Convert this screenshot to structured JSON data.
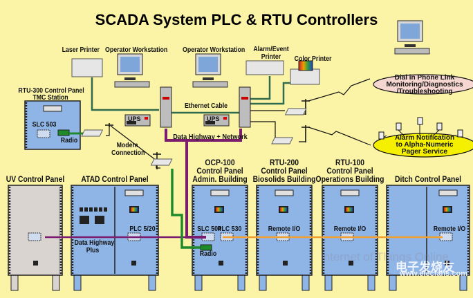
{
  "title": "SCADA System PLC & RTU Controllers",
  "colors": {
    "background": "#fbf3a6",
    "panel_blue": "#8fb4e6",
    "panel_gray": "#d9d4cf",
    "ethernet_line": "#2f6b4f",
    "data_highway": "#7a1d6e",
    "remote_io_line": "#f0a030",
    "radio_line": "#1f8a2a",
    "alarm_ellipse": "#f4f000",
    "dialin_ellipse": "#f6d6d0"
  },
  "devices": {
    "laser_printer": "Laser Printer",
    "workstation_1": "Operator Workstation",
    "workstation_2": "Operator Workstation",
    "alarm_printer": "Alarm/Event\nPrinter",
    "color_printer": "Color Printer",
    "ethernet_cable": "Ethernet Cable",
    "data_highway_network": "Data Highway + Network",
    "ups_1": "UPS",
    "ups_2": "UPS",
    "modem_connection": "Modem\nConnection"
  },
  "remote": {
    "dial_in": [
      "Dial in Phone Link",
      "Monitoring/Diagnostics",
      "/Troubleshooting"
    ],
    "alarm_notification": [
      "Alarm Notification",
      "to Alpha-Numeric",
      "Pager Service"
    ]
  },
  "rtu300": {
    "title": [
      "RTU-300 Control Panel",
      "TMC Station"
    ],
    "slc": "SLC 503",
    "radio": "Radio"
  },
  "panels": [
    {
      "title": [
        "UV Control Panel"
      ],
      "labels": []
    },
    {
      "title": [
        "ATAD Control Panel"
      ],
      "labels": [
        "PLC 5/20",
        "Data Highway",
        "Plus"
      ]
    },
    {
      "title": [
        "OCP-100",
        "Control Panel",
        "Admin. Building"
      ],
      "labels": [
        "SLC 504",
        "PLC 530",
        "Radio"
      ]
    },
    {
      "title": [
        "RTU-200",
        "Control Panel",
        "Biosolids Building"
      ],
      "labels": [
        "Remote I/O"
      ]
    },
    {
      "title": [
        "RTU-100",
        "Control Panel",
        "Operations Building"
      ],
      "labels": [
        "Remote I/O"
      ]
    },
    {
      "title": [
        "Ditch Control Panel"
      ],
      "labels": [
        "Remote I/O"
      ]
    }
  ],
  "watermark": {
    "line1": "Internet of Things Online",
    "line2": "电子发烧友",
    "line3": "www.elecfans.com"
  }
}
